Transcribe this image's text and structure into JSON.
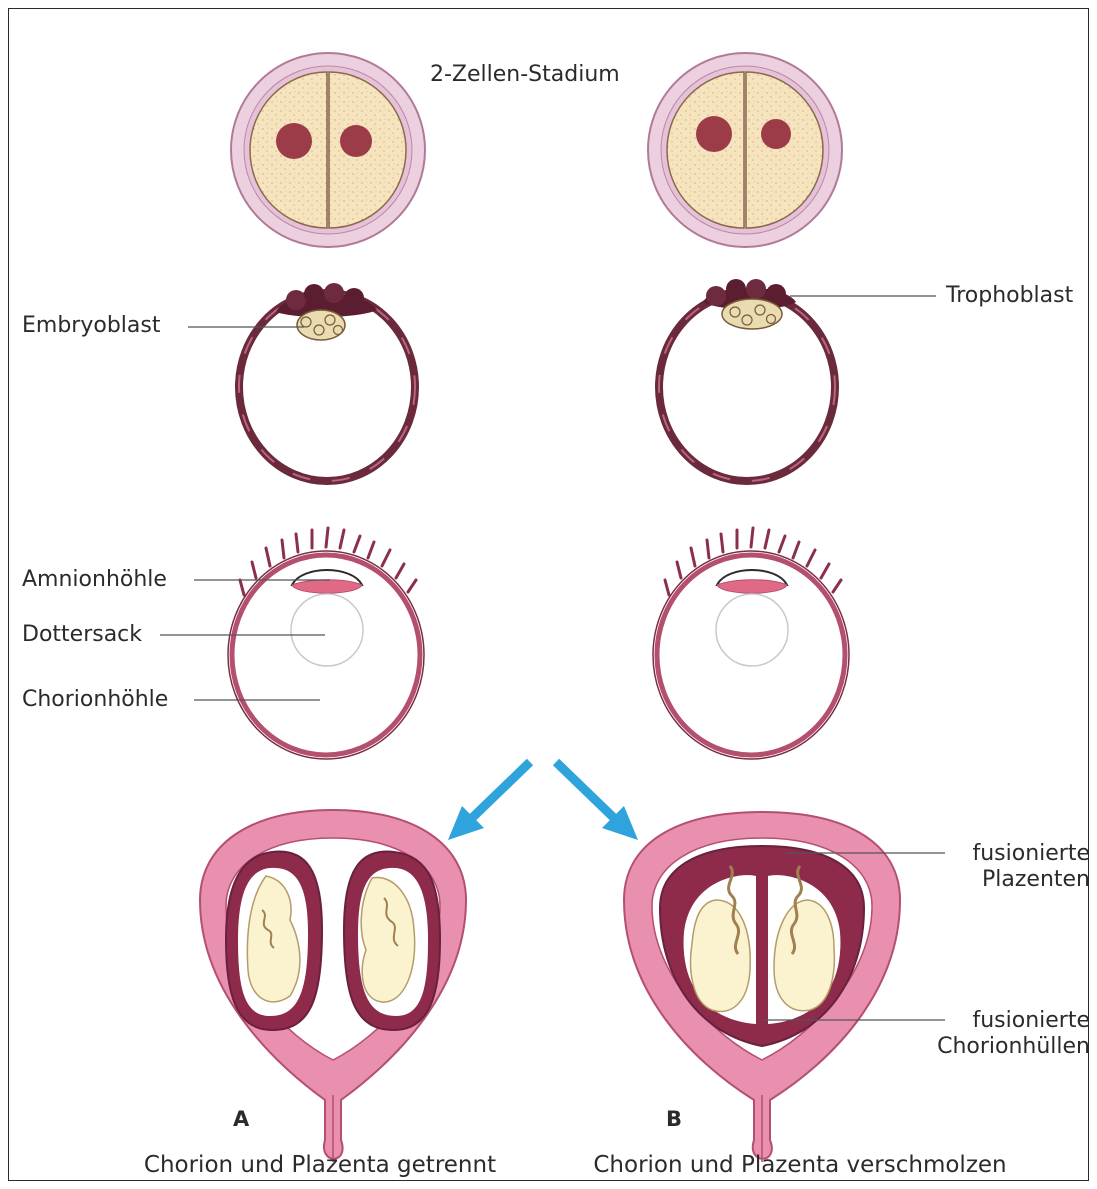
{
  "labels": {
    "two_cell_stage": "2-Zellen-Stadium",
    "embryoblast": "Embryoblast",
    "trophoblast": "Trophoblast",
    "amnion_cavity": "Amnionhöhle",
    "yolk_sac": "Dottersack",
    "chorion_cavity": "Chorionhöhle",
    "fused_placentas": [
      "fusionierte",
      "Plazenten"
    ],
    "fused_chorions": [
      "fusionierte",
      "Chorionhüllen"
    ],
    "panel_a": "A",
    "panel_b": "B",
    "caption_a": "Chorion und Plazenta getrennt",
    "caption_b": "Chorion und Plazenta verschmolzen"
  },
  "colors": {
    "cell_fill": "#f5e4bd",
    "zona": "#e9c7dd",
    "nucleus": "#9c3c48",
    "trophoblast_wall": "#6a2a3c",
    "inner_cell_mass": "#e9dcb0",
    "chorion": "#c4607c",
    "uterus": "#e98fb0",
    "placenta": "#8e2a4a",
    "embryo": "#fbf3cf",
    "arrow": "#2fa3dc"
  }
}
